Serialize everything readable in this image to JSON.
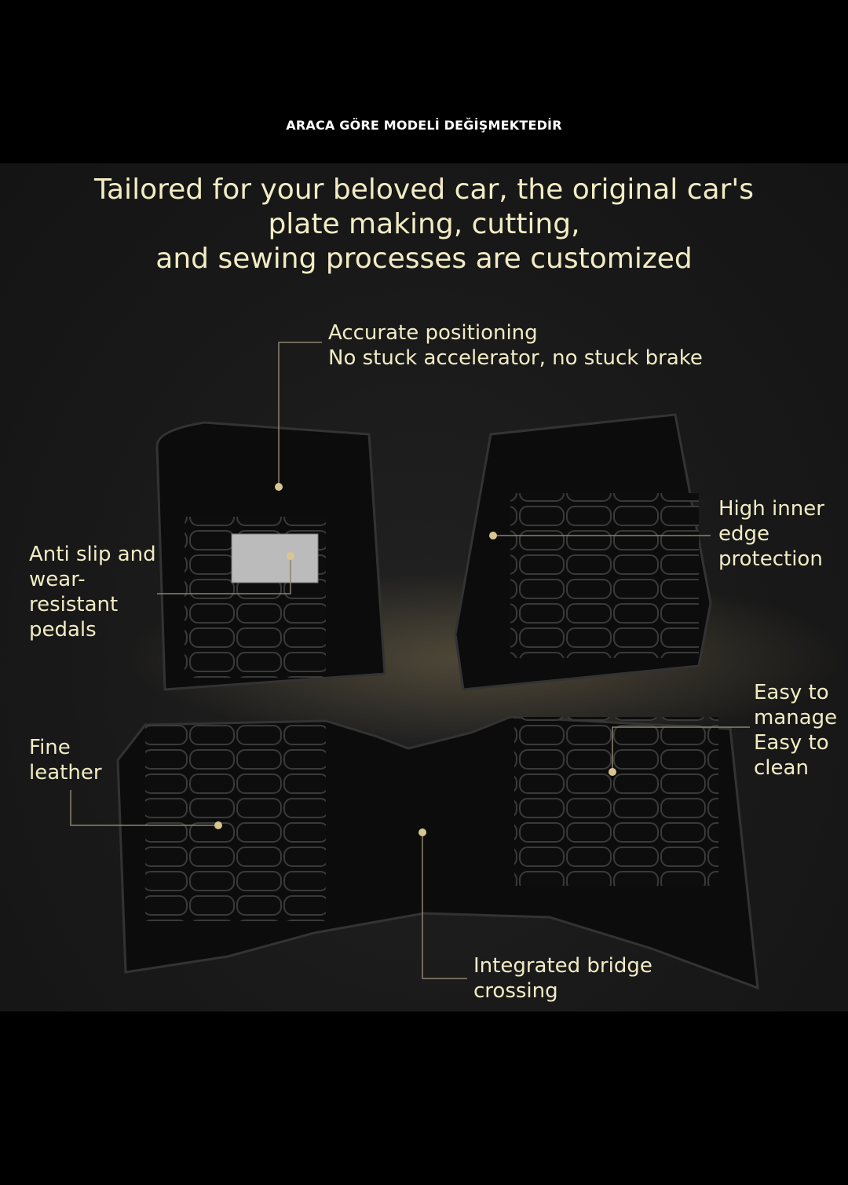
{
  "banner": "ARACA GÖRE MODELİ DEĞİŞMEKTEDİR",
  "headline": [
    "Tailored for your beloved car, the original car's",
    "plate making, cutting,",
    "and sewing processes are customized"
  ],
  "callouts": {
    "positioning": [
      "Accurate positioning",
      "No stuck accelerator, no stuck brake"
    ],
    "pedals": [
      "Anti slip and",
      "wear-",
      "resistant",
      "pedals"
    ],
    "edge": [
      "High inner",
      "edge",
      "protection"
    ],
    "manage": [
      "Easy to",
      "manage",
      "Easy to",
      "clean"
    ],
    "leather": [
      "Fine",
      "leather"
    ],
    "bridge": [
      "Integrated bridge",
      "crossing"
    ]
  },
  "colors": {
    "text": "#f2ecc4",
    "background": "#000000",
    "photo_bg": "#1a1a1a"
  }
}
